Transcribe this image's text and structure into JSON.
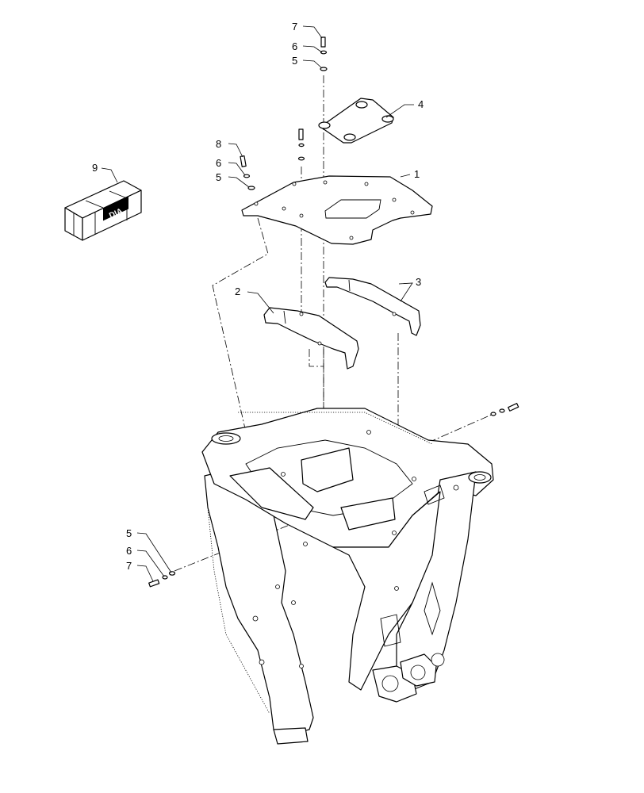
{
  "callouts": [
    {
      "id": "c1",
      "label": "1"
    },
    {
      "id": "c2",
      "label": "2"
    },
    {
      "id": "c3",
      "label": "3"
    },
    {
      "id": "c4",
      "label": "4"
    },
    {
      "id": "c5a",
      "label": "5"
    },
    {
      "id": "c5b",
      "label": "5"
    },
    {
      "id": "c5c",
      "label": "5"
    },
    {
      "id": "c6a",
      "label": "6"
    },
    {
      "id": "c6b",
      "label": "6"
    },
    {
      "id": "c6c",
      "label": "6"
    },
    {
      "id": "c7a",
      "label": "7"
    },
    {
      "id": "c7b",
      "label": "7"
    },
    {
      "id": "c8",
      "label": "8"
    },
    {
      "id": "c9",
      "label": "9"
    }
  ],
  "kit_box_text": "DIA"
}
